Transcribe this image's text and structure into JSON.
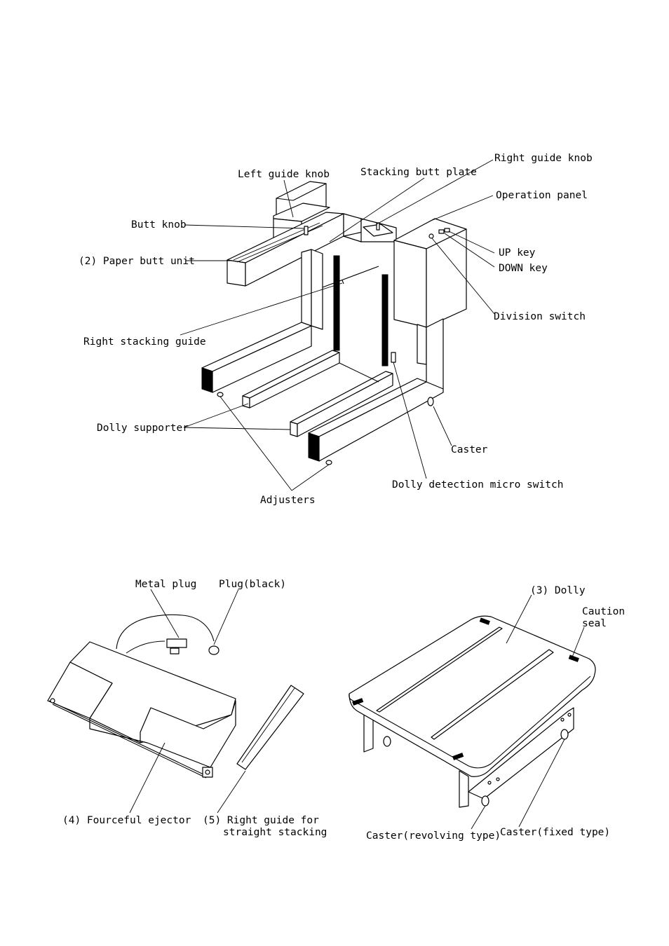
{
  "figures": {
    "stacker": {
      "labels": {
        "left_guide_knob": "Left guide knob",
        "stacking_butt_plate": "Stacking butt plate",
        "right_guide_knob": "Right guide knob",
        "operation_panel": "Operation panel",
        "butt_knob": "Butt knob",
        "paper_butt_unit": "(2) Paper butt unit",
        "up_key": "UP key",
        "down_key": "DOWN key",
        "division_switch": "Division switch",
        "right_stacking_guide": "Right stacking guide",
        "dolly_supporter": "Dolly supporter",
        "caster": "Caster",
        "dolly_detection_micro_switch": "Dolly detection micro switch",
        "adjusters": "Adjusters"
      }
    },
    "ejector": {
      "labels": {
        "metal_plug": "Metal plug",
        "plug_black": "Plug(black)",
        "fourceful_ejector": "(4) Fourceful ejector",
        "right_guide_line1": "(5) Right guide for",
        "right_guide_line2": "straight stacking"
      }
    },
    "dolly": {
      "labels": {
        "dolly": "(3) Dolly",
        "caution_seal_line1": "Caution",
        "caution_seal_line2": "seal",
        "caster_revolving": "Caster(revolving type)",
        "caster_fixed": "Caster(fixed type)"
      }
    }
  }
}
